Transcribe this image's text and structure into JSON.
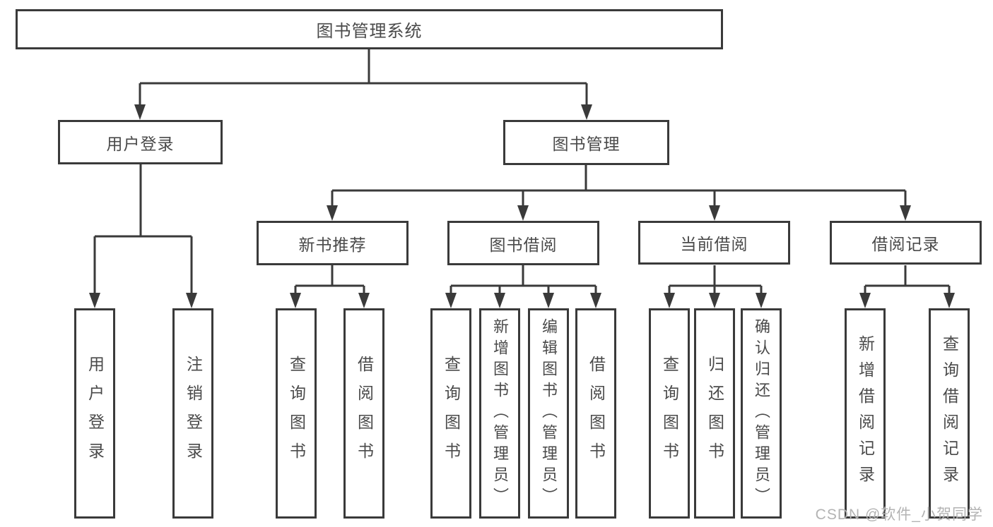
{
  "nodes": {
    "root": {
      "label": "图书管理系统"
    },
    "user_login": {
      "label": "用户登录"
    },
    "book_mgmt": {
      "label": "图书管理"
    },
    "new_book_rec": {
      "label": "新书推荐"
    },
    "book_borrow": {
      "label": "图书借阅"
    },
    "current_borrow": {
      "label": "当前借阅"
    },
    "borrow_records": {
      "label": "借阅记录"
    },
    "leaf_user_login": {
      "label": "用户登录"
    },
    "leaf_logout": {
      "label": "注销登录"
    },
    "leaf_nbr_query": {
      "label": "查询图书"
    },
    "leaf_nbr_borrow": {
      "label": "借阅图书"
    },
    "leaf_bb_query": {
      "label": "查询图书"
    },
    "leaf_bb_add": {
      "label": "新增图书（管理员）"
    },
    "leaf_bb_edit": {
      "label": "编辑图书（管理员）"
    },
    "leaf_bb_borrow": {
      "label": "借阅图书"
    },
    "leaf_cb_query": {
      "label": "查询图书"
    },
    "leaf_cb_return": {
      "label": "归还图书"
    },
    "leaf_cb_confirm": {
      "label": "确认归还（管理员）"
    },
    "leaf_br_add": {
      "label": "新增借阅记录"
    },
    "leaf_br_query": {
      "label": "查询借阅记录"
    }
  },
  "watermark": "CSDN @软件_小贺同学",
  "colors": {
    "line": "#3a3a3a",
    "text": "#4a4a4a",
    "watermark": "#b3b3b3",
    "background": "#ffffff"
  }
}
